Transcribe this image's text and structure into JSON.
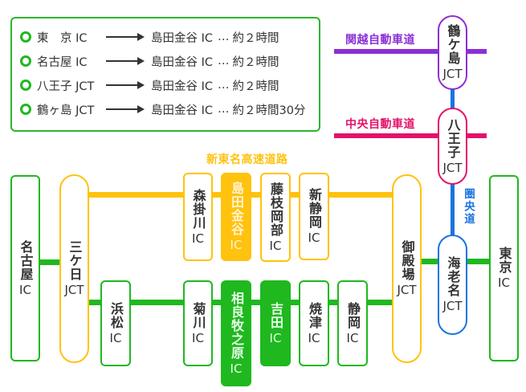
{
  "legend": {
    "rows": [
      {
        "from": "東　京 IC",
        "to": "島田金谷 IC",
        "sep": "…",
        "time": "約２時間"
      },
      {
        "from": "名古屋 IC",
        "to": "島田金谷 IC",
        "sep": "…",
        "time": "約２時間"
      },
      {
        "from": "八王子 JCT",
        "to": "島田金谷 IC",
        "sep": "…",
        "time": "約２時間"
      },
      {
        "from": "鶴ヶ島 JCT",
        "to": "島田金谷 IC",
        "sep": "…",
        "time": "約２時間30分"
      }
    ]
  },
  "roads": {
    "kanetsu": {
      "name": "関越自動車道",
      "color": "#8c2fd4"
    },
    "chuo": {
      "name": "中央自動車道",
      "color": "#e4126a"
    },
    "shin_tomei": {
      "name": "新東名高速道路",
      "color": "#ffc20e"
    },
    "ken_odo": {
      "name": "圏央道",
      "color": "#1a73e0"
    },
    "tomei": {
      "color": "#1fb81f"
    }
  },
  "stations": {
    "nagoya_ic": {
      "name": "名古屋",
      "suffix": "IC"
    },
    "mikkabi_jct": {
      "name": "三ケ日",
      "suffix": "JCT"
    },
    "hamamatsu_ic": {
      "name": "浜松",
      "suffix": "IC"
    },
    "morikakegawa_ic": {
      "name": "森掛川",
      "suffix": "IC"
    },
    "shimadakanaya_ic": {
      "name": "島田金谷",
      "suffix": "IC"
    },
    "fujiedaokabe_ic": {
      "name": "藤枝岡部",
      "suffix": "IC"
    },
    "shinshizuoka_ic": {
      "name": "新静岡",
      "suffix": "IC"
    },
    "kikugawa_ic": {
      "name": "菊川",
      "suffix": "IC"
    },
    "sagaramakinohara_ic": {
      "name": "相良牧之原",
      "suffix": "IC"
    },
    "yoshida_ic": {
      "name": "吉田",
      "suffix": "IC"
    },
    "yaizu_ic": {
      "name": "焼津",
      "suffix": "IC"
    },
    "shizuoka_ic": {
      "name": "静岡",
      "suffix": "IC"
    },
    "gotemba_jct": {
      "name": "御殿場",
      "suffix": "JCT"
    },
    "ebina_jct": {
      "name": "海老名",
      "suffix": "JCT"
    },
    "tokyo_ic": {
      "name": "東京",
      "suffix": "IC"
    },
    "tsurugashima_jct": {
      "name": "鶴ケ島",
      "suffix": "JCT"
    },
    "hachioji_jct": {
      "name": "八王子",
      "suffix": "JCT"
    }
  }
}
